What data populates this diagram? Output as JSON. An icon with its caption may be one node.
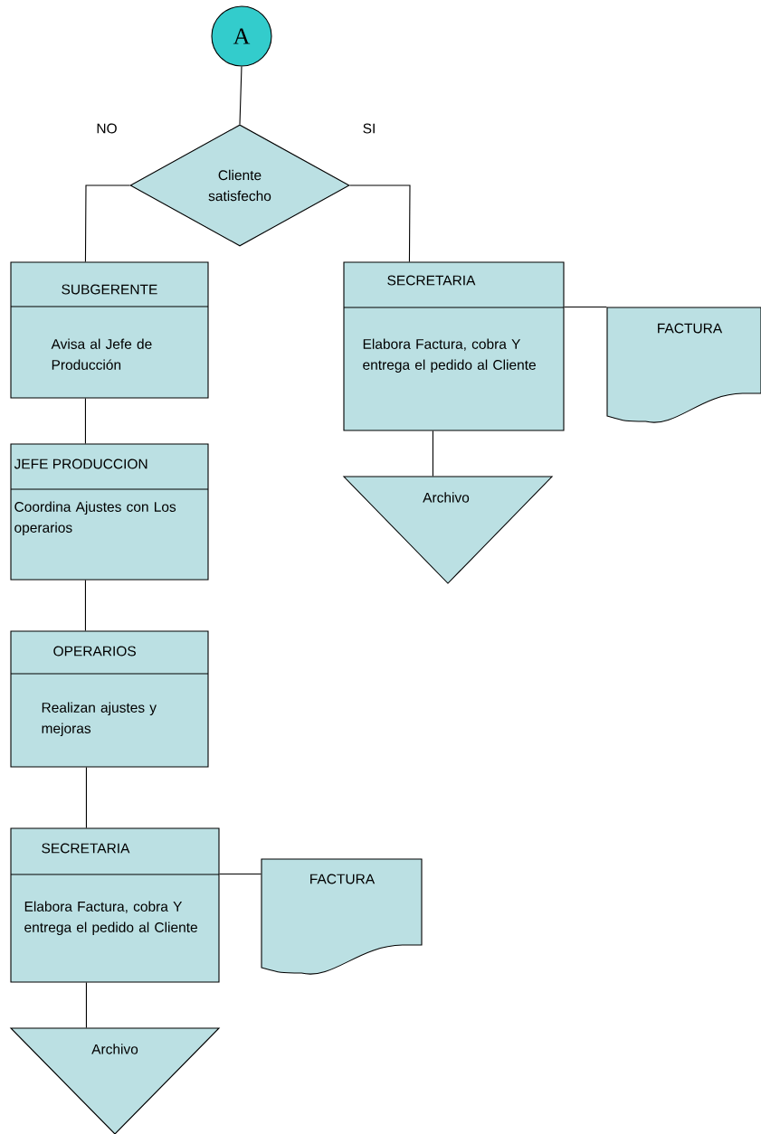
{
  "diagram": {
    "nodes": [
      {
        "text": [
          "A"
        ]
      },
      {
        "text": [
          "Cliente satisfecho"
        ]
      },
      {
        "text": [
          "SUBGERENTE",
          "Avisa al Jefe de Producción"
        ]
      },
      {
        "text": [
          "SECRETARIA",
          "Elabora Factura, cobra Y entrega el pedido al Cliente"
        ]
      },
      {
        "text": [
          "FACTURA"
        ]
      },
      {
        "text": [
          "Archivo"
        ]
      },
      {
        "text": [
          "JEFE PRODUCCION",
          "Coordina Ajustes con Los operarios"
        ]
      },
      {
        "text": [
          "OPERARIOS",
          "Realizan ajustes y mejoras"
        ]
      },
      {
        "text": [
          "SECRETARIA",
          "Elabora Factura, cobra Y entrega el pedido al Cliente"
        ]
      },
      {
        "text": [
          "FACTURA"
        ]
      },
      {
        "text": [
          "Archivo"
        ]
      }
    ],
    "edges": [
      {
        "from": 0,
        "to": 1,
        "arrow": "none"
      },
      {
        "from": 1,
        "to": 2,
        "arrow": "none",
        "label": "NO"
      },
      {
        "from": 1,
        "to": 3,
        "arrow": "none",
        "label": "SI"
      },
      {
        "from": 3,
        "to": 4,
        "arrow": "none"
      },
      {
        "from": 3,
        "to": 5,
        "arrow": "none"
      },
      {
        "from": 2,
        "to": 6,
        "arrow": "none"
      },
      {
        "from": 6,
        "to": 7,
        "arrow": "none"
      },
      {
        "from": 7,
        "to": 8,
        "arrow": "none"
      },
      {
        "from": 8,
        "to": 9,
        "arrow": "none"
      },
      {
        "from": 8,
        "to": 10,
        "arrow": "none"
      }
    ]
  }
}
